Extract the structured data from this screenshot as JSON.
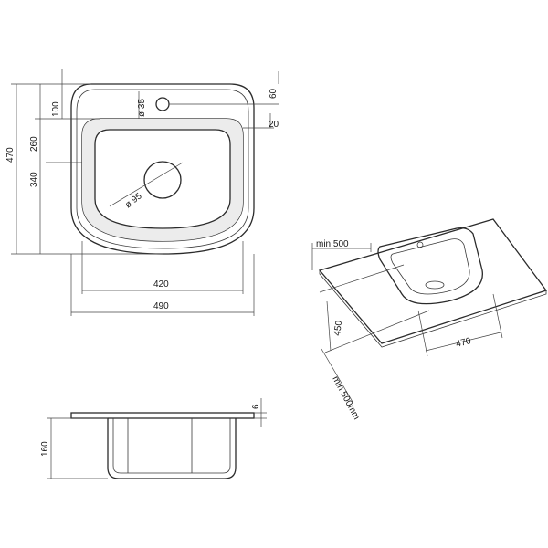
{
  "top_view": {
    "dim_100": "100",
    "dim_35": "ø 35",
    "dim_60": "60",
    "dim_20": "20",
    "dim_260": "260",
    "dim_470": "470",
    "dim_340": "340",
    "dim_95": "ø 95",
    "dim_420": "420",
    "dim_490": "490"
  },
  "section_view": {
    "dim_6": "6",
    "dim_160": "160"
  },
  "install_view": {
    "min_500": "min 500",
    "dim_450": "450",
    "dim_470": "470",
    "min_500mm": "min 500mm"
  },
  "colors": {
    "line": "#2b2b2b",
    "background": "#ffffff"
  }
}
